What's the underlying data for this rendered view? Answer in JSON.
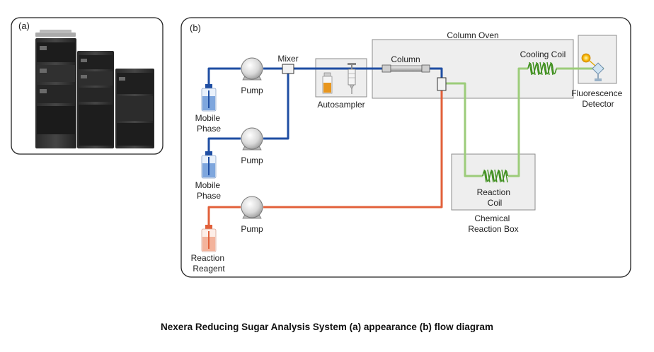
{
  "panel_a": {
    "label": "(a)"
  },
  "panel_b": {
    "label": "(b)"
  },
  "labels": {
    "column_oven": "Column Oven",
    "column": "Column",
    "cooling_coil": "Cooling Coil",
    "mixer": "Mixer",
    "pump_1": "Pump",
    "pump_2": "Pump",
    "pump_3": "Pump",
    "autosampler": "Autosampler",
    "mobile_phase_1": [
      "Mobile",
      "Phase"
    ],
    "mobile_phase_2": [
      "Mobile",
      "Phase"
    ],
    "reaction_reagent": [
      "Reaction",
      "Reagent"
    ],
    "reaction_coil": [
      "Reaction",
      "Coil"
    ],
    "chemical_reaction_box": [
      "Chemical",
      "Reaction Box"
    ],
    "fluorescence_detector": [
      "Fluorescence",
      "Detector"
    ]
  },
  "caption": "Nexera Reducing Sugar Analysis System  (a) appearance  (b) flow diagram",
  "colors": {
    "mobile_phase_line": "#1f4ea3",
    "reagent_line": "#e2603a",
    "post_column_line": "#9ccc7a",
    "coil": "#3f8f1e",
    "box_fill": "#eeeeee",
    "box_stroke": "#8c8c8c"
  }
}
